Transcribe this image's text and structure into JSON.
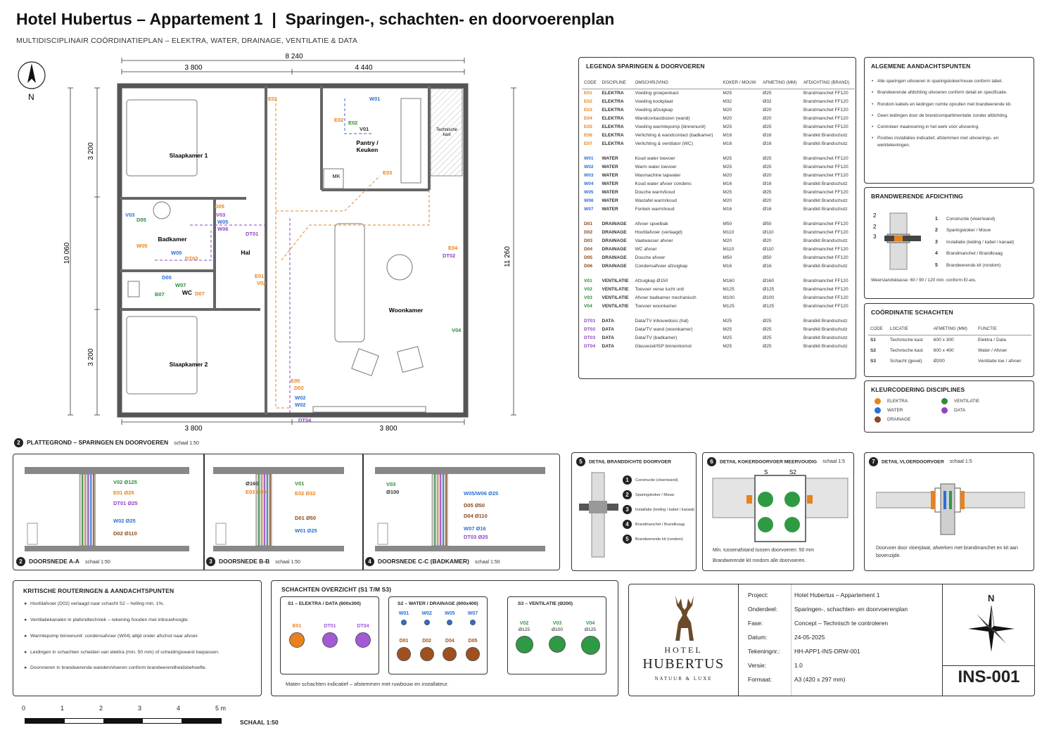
{
  "header": {
    "title": "Hotel Hubertus – Appartement 1  |  Sparingen-, schachten- en doorvoerenplan",
    "subtitle": "MULTIDISCIPLINAIR COÖRDINATIEPLAN – ELEKTRA, WATER, DRAINAGE, VENTILATIE & DATA",
    "north": "N"
  },
  "colors": {
    "elektra": "#e8821e",
    "water": "#2a6fd6",
    "drainage": "#8a4a1e",
    "ventilatie": "#2e8b3a",
    "data": "#8e44c4"
  },
  "plan": {
    "dims": {
      "total_top": "8 240",
      "left_top": "3 800",
      "right_top": "4 440",
      "bottom_left": "3 800",
      "bottom_right": "3 800",
      "left_total": "10 060",
      "left_upper": "3 200",
      "left_lower": "3 200",
      "right_total": "11 260"
    },
    "rooms": {
      "slaapkamer1": "Slaapkamer 1",
      "slaapkamer2": "Slaapkamer 2",
      "badkamer": "Badkamer",
      "hal": "Hal",
      "wc": "WC",
      "pantry": "Pantry /\nKeuken",
      "woonkamer": "Woonkamer",
      "technische": "Technische\nkast",
      "mk": "MK"
    },
    "title": "PLATTEGROND – SPARINGEN EN DOORVOEREN",
    "scale": "schaal 1:50",
    "num": "2"
  },
  "legend": {
    "title": "LEGENDA SPARINGEN & DOORVOEREN",
    "headers": [
      "CODE",
      "DISCIPLINE",
      "OMSCHRIJVING",
      "KOKER / MOUW",
      "AFMETING (mm)",
      "AFDICHTING (BRAND)"
    ],
    "groups": [
      {
        "color": "elektra",
        "rows": [
          [
            "E01",
            "ELEKTRA",
            "Voeding groepenkast",
            "M25",
            "Ø25",
            "Brandmanchet FF120"
          ],
          [
            "E02",
            "ELEKTRA",
            "Voeding kookplaat",
            "M32",
            "Ø32",
            "Brandmanchet FF120"
          ],
          [
            "E03",
            "ELEKTRA",
            "Voeding afzuigkap",
            "M20",
            "Ø20",
            "Brandmanchet FF120"
          ],
          [
            "E04",
            "ELEKTRA",
            "Wandcontactdozen (wand)",
            "M20",
            "Ø20",
            "Brandmanchet FF120"
          ],
          [
            "E05",
            "ELEKTRA",
            "Voeding warmtepomp (binnenunit)",
            "M25",
            "Ø25",
            "Brandmanchet FF120"
          ],
          [
            "E06",
            "ELEKTRA",
            "Verlichting & wandcontact (badkamer)",
            "M16",
            "Ø16",
            "Brandkit Brandschutz"
          ],
          [
            "E07",
            "ELEKTRA",
            "Verlichting & ventilator (WC)",
            "M16",
            "Ø16",
            "Brandkit Brandschutz"
          ]
        ]
      },
      {
        "color": "water",
        "rows": [
          [
            "W01",
            "WATER",
            "Koud water toevoer",
            "M25",
            "Ø25",
            "Brandmanchet FF120"
          ],
          [
            "W02",
            "WATER",
            "Warm water toevoer",
            "M25",
            "Ø25",
            "Brandmanchet FF120"
          ],
          [
            "W03",
            "WATER",
            "Wasmachine tapwater",
            "M20",
            "Ø20",
            "Brandmanchet FF120"
          ],
          [
            "W04",
            "WATER",
            "Koud water afvoer condens",
            "M16",
            "Ø16",
            "Brandkit Brandschutz"
          ],
          [
            "W05",
            "WATER",
            "Douche warm/koud",
            "M25",
            "Ø25",
            "Brandmanchet FF120"
          ],
          [
            "W06",
            "WATER",
            "Wastafel warm/koud",
            "M20",
            "Ø20",
            "Brandkit Brandschutz"
          ],
          [
            "W07",
            "WATER",
            "Fontein warm/koud",
            "M16",
            "Ø16",
            "Brandkit Brandschutz"
          ]
        ]
      },
      {
        "color": "drainage",
        "rows": [
          [
            "D01",
            "DRAINAGE",
            "Afvoer spoelbak",
            "M50",
            "Ø50",
            "Brandmanchet FF120"
          ],
          [
            "D02",
            "DRAINAGE",
            "Hoofdafvoer (verlaagd)",
            "M110",
            "Ø110",
            "Brandmanchet FF120"
          ],
          [
            "D03",
            "DRAINAGE",
            "Vaatwasser afvoer",
            "M20",
            "Ø20",
            "Brandkit Brandschutz"
          ],
          [
            "D04",
            "DRAINAGE",
            "WC afvoer",
            "M110",
            "Ø110",
            "Brandmanchet FF120"
          ],
          [
            "D05",
            "DRAINAGE",
            "Douche afvoer",
            "M50",
            "Ø50",
            "Brandmanchet FF120"
          ],
          [
            "D06",
            "DRAINAGE",
            "Condensafvoer afzuigkap",
            "M16",
            "Ø16",
            "Brandkit Brandschutz"
          ]
        ]
      },
      {
        "color": "ventilatie",
        "rows": [
          [
            "V01",
            "VENTILATIE",
            "Afzuigkap Ø150",
            "M160",
            "Ø160",
            "Brandmanchet FF120"
          ],
          [
            "V02",
            "VENTILATIE",
            "Toevoer verse lucht unit",
            "M125",
            "Ø125",
            "Brandmanchet FF120"
          ],
          [
            "V03",
            "VENTILATIE",
            "Afvoer badkamer mechanisch",
            "M100",
            "Ø100",
            "Brandmanchet FF120"
          ],
          [
            "V04",
            "VENTILATIE",
            "Toevoer woonkamer",
            "M125",
            "Ø125",
            "Brandmanchet FF120"
          ]
        ]
      },
      {
        "color": "data",
        "rows": [
          [
            "DT01",
            "DATA",
            "Data/TV inbouwdoos (hal)",
            "M25",
            "Ø25",
            "Brandkit Brandschutz"
          ],
          [
            "DT02",
            "DATA",
            "Data/TV wand (woonkamer)",
            "M25",
            "Ø25",
            "Brandkit Brandschutz"
          ],
          [
            "DT03",
            "DATA",
            "Data/TV (badkamer)",
            "M25",
            "Ø25",
            "Brandkit Brandschutz"
          ],
          [
            "DT04",
            "DATA",
            "Glasvezel/ISP binnenkomst",
            "M25",
            "Ø25",
            "Brandkit Brandschutz"
          ]
        ]
      }
    ]
  },
  "algemeen": {
    "title": "ALGEMENE AANDACHTSPUNTEN",
    "items": [
      "Alle sparingen uitvoeren in sparingskoker/mouw conform tabel.",
      "Brandwerende afdichting uitvoeren conform detail en specificatie.",
      "Rondom kabels en leidingen ruimte opvullen met brandwerende kit.",
      "Geen leidingen door de brandcompartimentatie zonder afdichting.",
      "Controleer maatvoering in het werk vóór uitvoering.",
      "Posities installaties indicatief, afstemmen met uitvoerings- en werktekeningen."
    ]
  },
  "brand": {
    "title": "BRANDWERENDE AFDICHTING",
    "items": [
      "Constructie (vloer/wand)",
      "Sparingskoker / Mouw",
      "Installatie (leiding / kabel / kanaal)",
      "Brandmanchet / Brandkraag",
      "Brandwerende kit (rondom)"
    ],
    "callouts": [
      "2",
      "2",
      "3",
      "1",
      "2",
      "3",
      "4",
      "5"
    ],
    "note": "Weerstandsklasse: 60 / 90 / 120 min. conform EI-eis."
  },
  "coord": {
    "title": "COÖRDINATIE SCHACHTEN",
    "headers": [
      "CODE",
      "LOCATIE",
      "AFMETING (mm)",
      "FUNCTIE"
    ],
    "rows": [
      [
        "S1",
        "Technische kast",
        "600 x 300",
        "Elektra / Data"
      ],
      [
        "S2",
        "Technische kast",
        "600 x 400",
        "Water / Afvoer"
      ],
      [
        "S3",
        "Schacht (gevel)",
        "Ø200",
        "Ventilatie toe / afvoer"
      ]
    ]
  },
  "kleur": {
    "title": "KLEURCODERING DISCIPLINES",
    "items": [
      {
        "label": "ELEKTRA",
        "color": "#e8821e"
      },
      {
        "label": "VENTILATIE",
        "color": "#2e8b3a"
      },
      {
        "label": "WATER",
        "color": "#2a6fd6"
      },
      {
        "label": "DATA",
        "color": "#8e44c4"
      },
      {
        "label": "DRAINAGE",
        "color": "#8a4a1e"
      }
    ]
  },
  "sections": [
    {
      "num": "2",
      "title": "DOORSNEDE A-A",
      "scale": "schaal 1:50",
      "labels": [
        "V02  Ø125",
        "E01  Ø25",
        "DT01  Ø25",
        "W02  Ø25",
        "D02  Ø110"
      ]
    },
    {
      "num": "3",
      "title": "DOORSNEDE B-B",
      "scale": "schaal 1:50",
      "labels": [
        "V01",
        "Ø160",
        "E02  Ø32",
        "E03  Ø20",
        "D01  Ø50",
        "W01  Ø25"
      ]
    },
    {
      "num": "4",
      "title": "DOORSNEDE C-C (BADKAMER)",
      "scale": "schaal 1:50",
      "labels": [
        "V03",
        "Ø100",
        "W05/W06  Ø25",
        "D05  Ø50",
        "D04  Ø110",
        "W07  Ø16",
        "DT03  Ø25"
      ]
    }
  ],
  "detail5": {
    "num": "5",
    "title": "DETAIL BRANDDICHTE DOORVOER",
    "items": [
      "Constructie (vloer/wand)",
      "Sparingskoker / Mouw",
      "Installatie (leiding / kabel / kanaal)",
      "Brandmanchet / Brandkraag",
      "Brandwerende kit (rondom)"
    ]
  },
  "detail6": {
    "num": "6",
    "title": "DETAIL KOKERDOORVOER MEERVOUDIG",
    "scale": "schaal 1:5",
    "labels": [
      "S",
      "S2"
    ],
    "note1": "Min. tussenafstand tussen doorvoeren: 50 mm",
    "note2": "Brandwerende kit rondom alle doorvoeren."
  },
  "detail7": {
    "num": "7",
    "title": "DETAIL VLOERDOORVOER",
    "scale": "schaal 1:5",
    "note": "Doorvoer door vloerplaat, afwerken met brandmanchet en kit aan bovenzijde."
  },
  "kritisch": {
    "title": "KRITISCHE ROUTERINGEN & AANDACHTSPUNTEN",
    "items": [
      "Hoofdafvoer (D02) verlaagd naar schacht S2 – helling min. 1%.",
      "Ventilatiekanalen in plafondtechniek – rekening houden met inbouwhoogte.",
      "Warmtepomp binnenunit: condensafvoer (W04) altijd onder afschot naar afvoer.",
      "Leidingen in schachten scheiden van elektra (min. 50 mm) of scheidingswand toepassen.",
      "Doorvoeren in brandwerende wanden/vloeren conform brandwerendheidsbehoefte."
    ]
  },
  "schachten": {
    "title": "SCHACHTEN OVERZICHT (S1 T/M S3)",
    "s1": {
      "title": "S1 – ELEKTRA / DATA (600x300)",
      "items": [
        {
          "code": "E01",
          "color": "#e8821e"
        },
        {
          "code": "DT01",
          "color": "#a25ad6"
        },
        {
          "code": "DT04",
          "color": "#a25ad6"
        }
      ]
    },
    "s2": {
      "title": "S2 – WATER / DRAINAGE (600x400)",
      "top": [
        {
          "code": "W01",
          "color": "#2a6fd6"
        },
        {
          "code": "W02",
          "color": "#2a6fd6"
        },
        {
          "code": "W05",
          "color": "#2a6fd6"
        },
        {
          "code": "W07",
          "color": "#2a6fd6"
        }
      ],
      "bottom": [
        {
          "code": "D01",
          "color": "#a0501e"
        },
        {
          "code": "D02",
          "color": "#a0501e"
        },
        {
          "code": "D04",
          "color": "#a0501e"
        },
        {
          "code": "D05",
          "color": "#a0501e"
        }
      ]
    },
    "s3": {
      "title": "S3 – VENTILATIE (Ø200)",
      "items": [
        {
          "code": "V02",
          "sub": "Ø125",
          "color": "#2e9a44"
        },
        {
          "code": "V03",
          "sub": "Ø100",
          "color": "#2e9a44"
        },
        {
          "code": "V04",
          "sub": "Ø125",
          "color": "#2e9a44"
        }
      ]
    },
    "note": "Maten schachten indicatief – afstemmen met ruwbouw en installateur."
  },
  "titleblock": {
    "logo1": "HOTEL",
    "logo2": "HUBERTUS",
    "logo3": "NATUUR & LUXE",
    "rows": [
      [
        "Project:",
        "Hotel Hubertus – Appartement 1"
      ],
      [
        "Onderdeel:",
        "Sparingen-, schachten- en doorvoerenplan"
      ],
      [
        "Fase:",
        "Concept – Technisch te controleren"
      ],
      [
        "Datum:",
        "24-05-2025"
      ],
      [
        "Tekeningnr.:",
        "HH-APP1-INS-DRW-001"
      ],
      [
        "Versie:",
        "1.0"
      ],
      [
        "Formaat:",
        "A3 (420 x 297 mm)"
      ]
    ],
    "north": "N",
    "code": "INS-001"
  },
  "scalebar": {
    "ticks": [
      "0",
      "1",
      "2",
      "3",
      "4",
      "5 m"
    ],
    "label": "SCHAAL 1:50"
  }
}
